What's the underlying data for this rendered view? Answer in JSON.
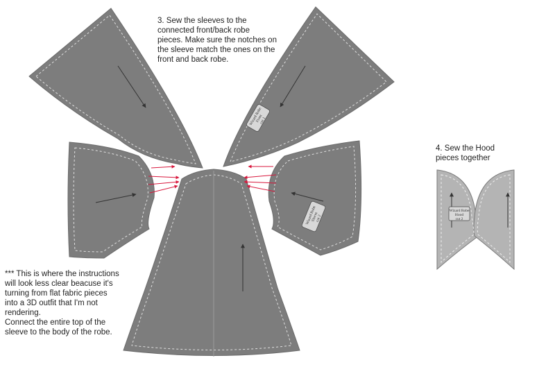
{
  "instructions": {
    "step3": "3. Sew the sleeves to the\nconnected front/back robe\npieces. Make sure the notches on\nthe sleeve match the ones on the\nfront and back robe.",
    "step4": "4. Sew the Hood\npieces together",
    "note": "*** This is where the instructions\nwill look less clear beacuse it's\nturning from flat fabric pieces\ninto a 3D outfit that I'm not\nrendering.\nConnect the entire top of the\nsleeve to the body of the robe."
  },
  "pattern_labels": {
    "upper_right_sleeve": [
      "Wizard Robe",
      "Front",
      "cut 1"
    ],
    "right_sleeve": [
      "Wizard Robe",
      "Sleeve",
      "cut 2"
    ],
    "hood": [
      "Wizard Robe",
      "Hood",
      "cut 2"
    ]
  },
  "colors": {
    "fabric": "#7d7d7d",
    "hood_fabric": "#b4b4b4",
    "stitch": "#e0e0e0",
    "notch_arrow": "#d8173c",
    "grain_arrow": "#333333",
    "text": "#222222"
  }
}
